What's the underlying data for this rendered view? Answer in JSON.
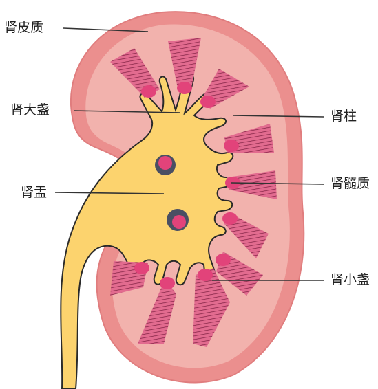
{
  "diagram": {
    "labels": {
      "renal_cortex": "肾皮质",
      "major_calyx": "肾大盏",
      "renal_pelvis": "肾盂",
      "renal_column": "肾柱",
      "renal_medulla": "肾髓质",
      "minor_calyx": "肾小盏"
    },
    "colors": {
      "background": "#ffffff",
      "cortex_outer": "#eb8f8e",
      "cortex_inner": "#f2b2ad",
      "pelvis_fill": "#fcd36e",
      "pyramid_fill": "#e26b8f",
      "pyramid_tip": "#e2437a",
      "pyramid_stripe": "#7a1d3e",
      "outline": "#2a2a2a",
      "leader_line": "#333333",
      "label_text": "#222222"
    }
  }
}
